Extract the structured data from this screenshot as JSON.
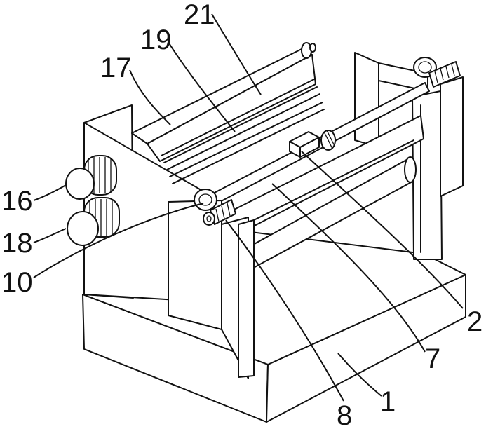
{
  "labels": {
    "l1": "1",
    "l2": "2",
    "l7": "7",
    "l8": "8",
    "l10": "10",
    "l16": "16",
    "l17": "17",
    "l18": "18",
    "l19": "19",
    "l21": "21"
  }
}
